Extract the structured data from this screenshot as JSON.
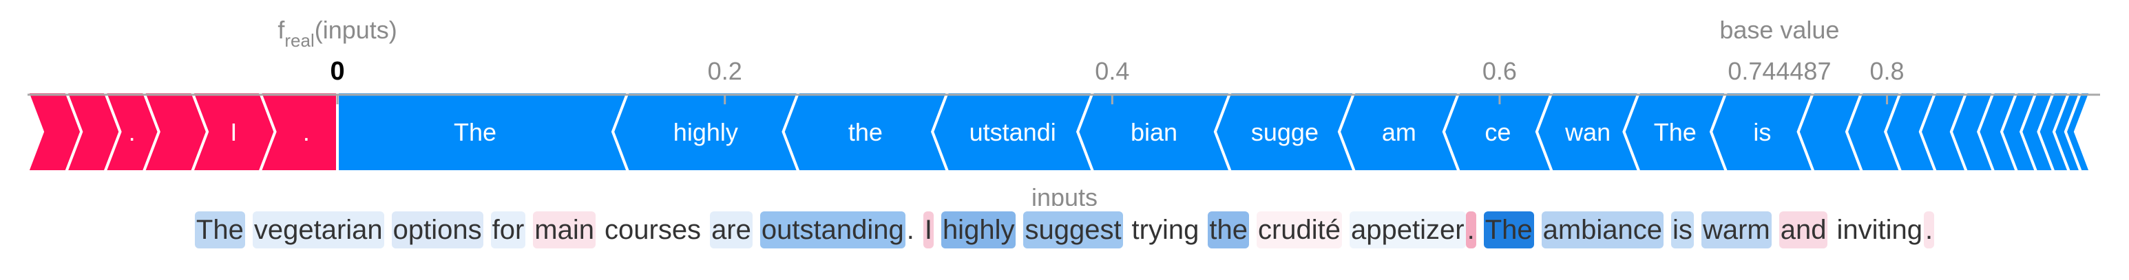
{
  "chart_data": {
    "type": "force",
    "output_label": "f",
    "output_label_sub": "real",
    "output_label_suffix": "(inputs)",
    "output_value": "0",
    "base_label": "base value",
    "base_value_text": "0.744487",
    "base_value": 0.744487,
    "xlabel": "inputs",
    "xlim": [
      -0.16,
      0.91
    ],
    "ticks": [
      {
        "value": 0.2,
        "label": "0.2"
      },
      {
        "value": 0.4,
        "label": "0.4"
      },
      {
        "value": 0.6,
        "label": "0.6"
      },
      {
        "value": 0.8,
        "label": "0.8"
      }
    ],
    "colors": {
      "positive": "#ff0d57",
      "negative": "#008bfb",
      "axis": "#aaaaaa",
      "text": "#333333"
    },
    "positive_segments": [
      {
        "start": -0.16,
        "end": -0.14,
        "label": ""
      },
      {
        "start": -0.14,
        "end": -0.12,
        "label": ""
      },
      {
        "start": -0.12,
        "end": -0.1,
        "label": "."
      },
      {
        "start": -0.1,
        "end": -0.075,
        "label": ""
      },
      {
        "start": -0.075,
        "end": -0.04,
        "label": "I"
      },
      {
        "start": -0.04,
        "end": 0.0,
        "label": "."
      }
    ],
    "negative_segments": [
      {
        "start": 0.0,
        "end": 0.15,
        "label": "The"
      },
      {
        "start": 0.15,
        "end": 0.238,
        "label": "highly"
      },
      {
        "start": 0.238,
        "end": 0.315,
        "label": "the"
      },
      {
        "start": 0.315,
        "end": 0.39,
        "label": "utstandi"
      },
      {
        "start": 0.39,
        "end": 0.461,
        "label": "bian"
      },
      {
        "start": 0.461,
        "end": 0.525,
        "label": "sugge"
      },
      {
        "start": 0.525,
        "end": 0.579,
        "label": "am"
      },
      {
        "start": 0.579,
        "end": 0.627,
        "label": "ce"
      },
      {
        "start": 0.627,
        "end": 0.672,
        "label": "wan"
      },
      {
        "start": 0.672,
        "end": 0.717,
        "label": "The"
      },
      {
        "start": 0.717,
        "end": 0.762,
        "label": "is"
      },
      {
        "start": 0.762,
        "end": 0.787,
        "label": ""
      },
      {
        "start": 0.787,
        "end": 0.807,
        "label": ""
      },
      {
        "start": 0.807,
        "end": 0.825,
        "label": ""
      },
      {
        "start": 0.825,
        "end": 0.841,
        "label": ""
      },
      {
        "start": 0.841,
        "end": 0.855,
        "label": ""
      },
      {
        "start": 0.855,
        "end": 0.867,
        "label": ""
      },
      {
        "start": 0.867,
        "end": 0.877,
        "label": ""
      },
      {
        "start": 0.877,
        "end": 0.886,
        "label": ""
      },
      {
        "start": 0.886,
        "end": 0.894,
        "label": ""
      },
      {
        "start": 0.894,
        "end": 0.9,
        "label": ""
      },
      {
        "start": 0.9,
        "end": 0.905,
        "label": ""
      }
    ],
    "tokens": [
      {
        "text": "The",
        "color": "#bdd7f3"
      },
      {
        "text": "vegetarian",
        "color": "#e3eefa"
      },
      {
        "text": "options",
        "color": "#dde9f8"
      },
      {
        "text": "for",
        "color": "#e6f0fb"
      },
      {
        "text": "main",
        "color": "#fbe3ea"
      },
      {
        "text": "courses",
        "color": "#ffffff"
      },
      {
        "text": "are",
        "color": "#e3eefa"
      },
      {
        "text": "outstanding",
        "color": "#96c2f0"
      },
      {
        "text": ".",
        "color": "#ffffff"
      },
      {
        "text": "I",
        "color": "#f7c9d7"
      },
      {
        "text": "highly",
        "color": "#84b5ea"
      },
      {
        "text": "suggest",
        "color": "#9ec6f0"
      },
      {
        "text": "trying",
        "color": "#ffffff"
      },
      {
        "text": "the",
        "color": "#8dbaec"
      },
      {
        "text": "crudité",
        "color": "#fdf1f4"
      },
      {
        "text": "appetizer",
        "color": "#eef5fc"
      },
      {
        "text": ".",
        "color": "#f4a9bf"
      },
      {
        "text": "The",
        "color": "#1f7fe0"
      },
      {
        "text": "ambiance",
        "color": "#b5d2f2"
      },
      {
        "text": "is",
        "color": "#c4dcf5"
      },
      {
        "text": "warm",
        "color": "#bcd6f3"
      },
      {
        "text": "and",
        "color": "#f9d9e3"
      },
      {
        "text": "inviting",
        "color": "#ffffff"
      },
      {
        "text": ".",
        "color": "#fbe3ea"
      }
    ]
  }
}
